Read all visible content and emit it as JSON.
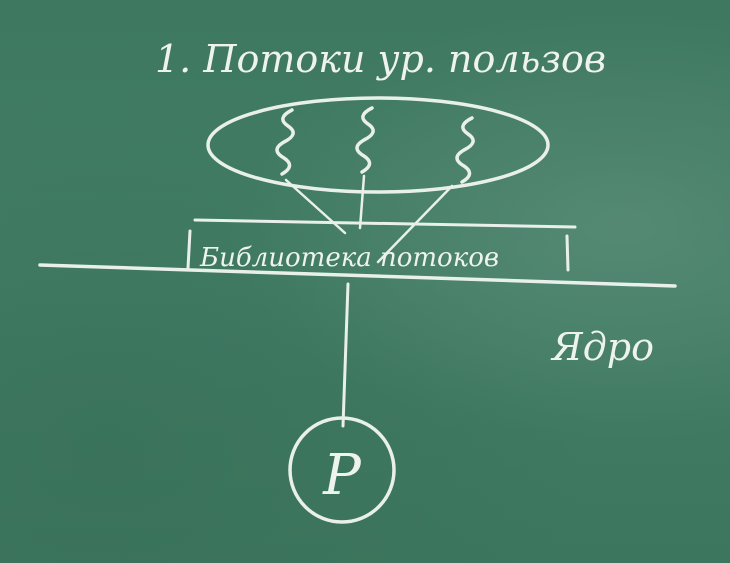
{
  "title": "1. Потоки ур. пользов",
  "thread_library_label": "Библиотека потоков",
  "kernel_label": "Ядро",
  "process_label": "P",
  "colors": {
    "board": "#3f7a62",
    "chalk": "#eef3ef"
  },
  "icons": {
    "thread": "wavy-line",
    "process": "circle"
  }
}
